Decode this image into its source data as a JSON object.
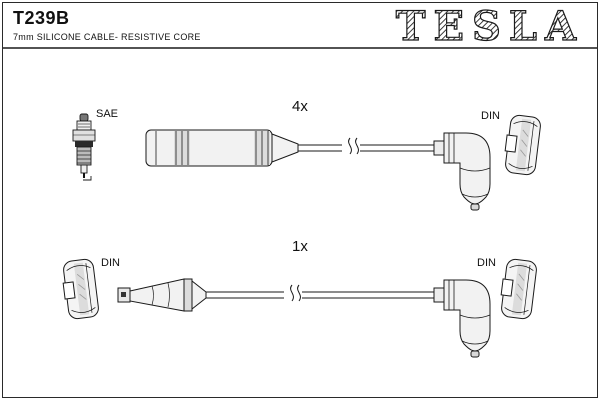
{
  "header": {
    "product_code": "T239B",
    "description": "7mm SILICONE CABLE- RESISTIVE CORE",
    "brand": "TESLA"
  },
  "colors": {
    "line": "#1a1a1a",
    "background": "#ffffff",
    "shade": "#e0e0e0"
  },
  "diagram": {
    "top_row": {
      "quantity": "4x",
      "left_label": "SAE",
      "right_label": "DIN",
      "left_connector": "spark-plug / straight boot",
      "right_connector": "90-degree elbow boot"
    },
    "bottom_row": {
      "quantity": "1x",
      "left_label": "DIN",
      "right_label": "DIN",
      "left_connector": "straight cone terminal",
      "right_connector": "90-degree elbow boot"
    }
  }
}
